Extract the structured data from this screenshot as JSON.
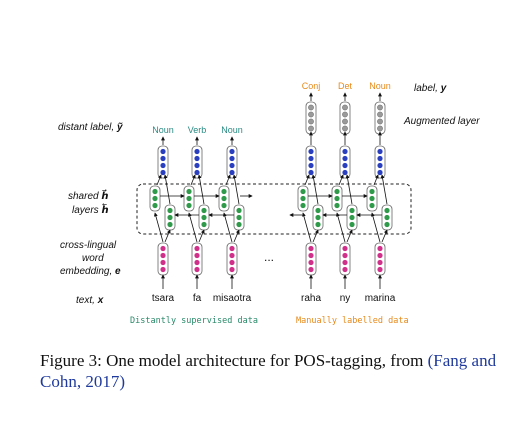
{
  "diagram": {
    "left_labels": {
      "distant_label": "distant label,",
      "distant_label_var": "ỹ",
      "shared_1": "shared",
      "shared_var_1": "h⃗",
      "shared_2": "layers",
      "shared_var_2": "h⃖",
      "embedding_1": "cross-lingual",
      "embedding_2": "word",
      "embedding_3": "embedding,",
      "embedding_var": "e",
      "text": "text,",
      "text_var": "x"
    },
    "right_labels": {
      "label": "label,",
      "label_var": "y",
      "augmented": "Augmented layer"
    },
    "left_tags": [
      "Noun",
      "Verb",
      "Noun"
    ],
    "right_tags": [
      "Conj",
      "Det",
      "Noun"
    ],
    "left_words": [
      "tsara",
      "fa",
      "misaotra"
    ],
    "right_words": [
      "raha",
      "ny",
      "marina"
    ],
    "ellipsis": "...",
    "left_section": "Distantly supervised data",
    "right_section": "Manually labelled data",
    "colors": {
      "output_blue": "#2a3fbf",
      "hidden_green": "#2f9a4a",
      "embed_pink": "#d0308a",
      "augment_gray": "#9a9a9a",
      "teal_text": "#2a8a83",
      "orange_text": "#e88a1a"
    }
  },
  "caption": {
    "prefix": "Figure 3:  One model architecture for POS-tagging, from ",
    "citation": "(Fang and Cohn, 2017)"
  }
}
